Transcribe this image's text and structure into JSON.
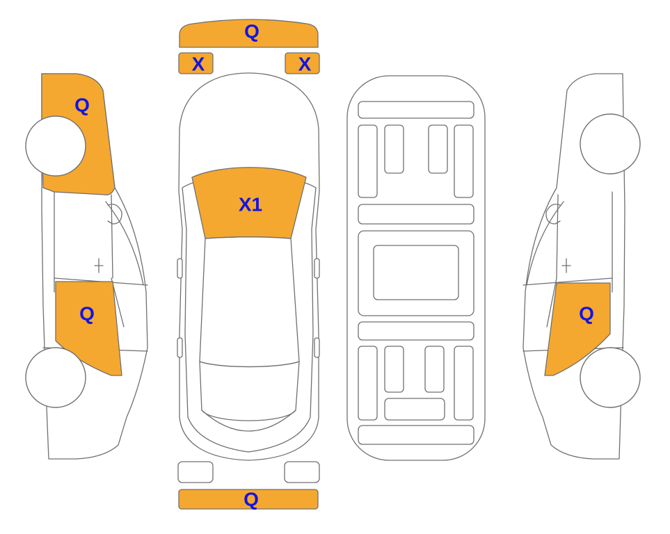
{
  "colors": {
    "damage_fill": "#f5a82f",
    "code_text": "#1414e0",
    "outline": "#6f6f6f"
  },
  "damage_codes": {
    "front_bumper": "Q",
    "front_left_light": "X",
    "front_right_light": "X",
    "windshield": "X1",
    "rear_bumper": "Q",
    "left_front_fender": "Q",
    "left_rear_door": "Q",
    "right_rear_door": "Q"
  }
}
